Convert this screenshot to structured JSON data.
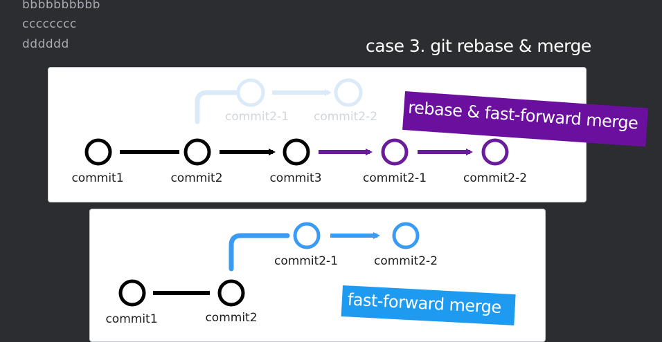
{
  "background_text": [
    "bbbbbbbbbb",
    "cccccccc",
    "dddddd"
  ],
  "title": "case 3. git rebase & merge",
  "panel1": {
    "tag": "rebase & fast-forward merge",
    "faded_labels": [
      "commit2-1",
      "commit2-2"
    ],
    "main_labels": [
      "commit1",
      "commit2",
      "commit3",
      "commit2-1",
      "commit2-2"
    ]
  },
  "panel2": {
    "tag": "fast-forward merge",
    "branch_labels": [
      "commit2-1",
      "commit2-2"
    ],
    "main_labels": [
      "commit1",
      "commit2"
    ]
  },
  "colors": {
    "background": "#2b2d31",
    "black": "#000000",
    "purple": "#6a1d9a",
    "blue": "#3a9bf5",
    "faded_blue": "#dbeaf8",
    "purple_tag": "#6a0f9e",
    "blue_tag": "#1e9bf0"
  }
}
